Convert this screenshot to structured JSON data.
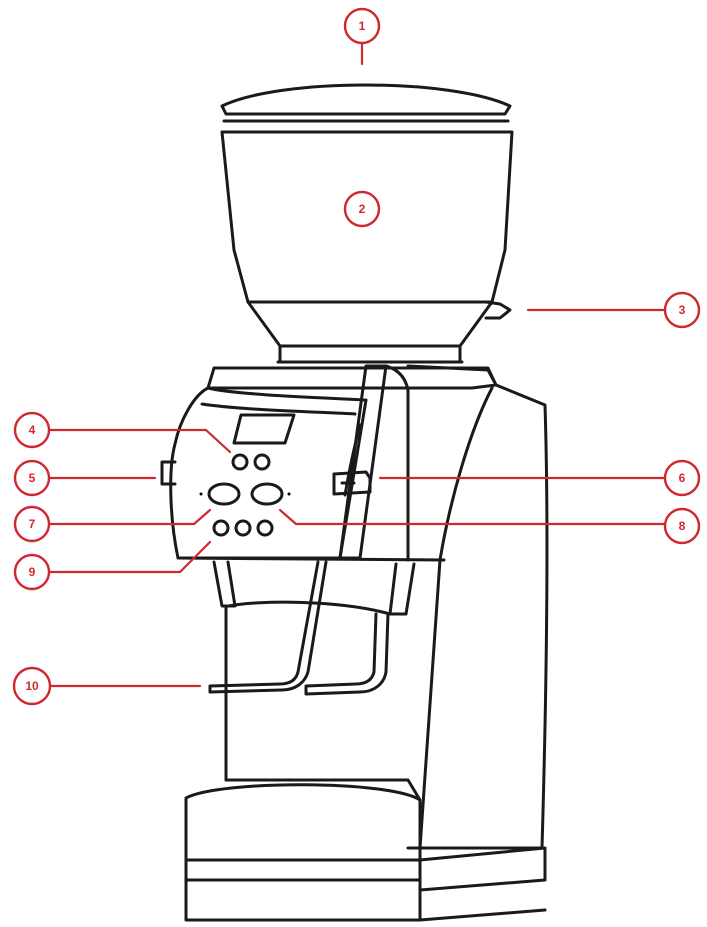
{
  "callouts": [
    {
      "id": "1",
      "label": "1"
    },
    {
      "id": "2",
      "label": "2"
    },
    {
      "id": "3",
      "label": "3"
    },
    {
      "id": "4",
      "label": "4"
    },
    {
      "id": "5",
      "label": "5"
    },
    {
      "id": "6",
      "label": "6"
    },
    {
      "id": "7",
      "label": "7"
    },
    {
      "id": "8",
      "label": "8"
    },
    {
      "id": "9",
      "label": "9"
    },
    {
      "id": "10",
      "label": "10"
    }
  ],
  "colors": {
    "accent": "#d0282f",
    "outline": "#1a1a1a",
    "background": "#ffffff"
  }
}
